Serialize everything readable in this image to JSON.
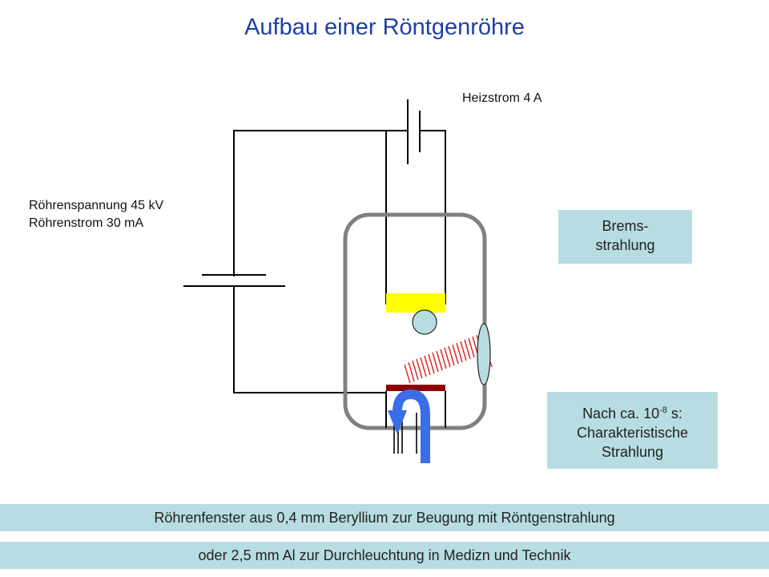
{
  "title": "Aufbau einer Röntgenröhre",
  "labels": {
    "heizstrom": "Heizstrom 4 A",
    "spannung": "Röhrenspannung 45 kV",
    "strom": "Röhrenstrom  30 mA"
  },
  "boxes": {
    "brems_line1": "Brems-",
    "brems_line2": "strahlung",
    "nach_prefix": "Nach ca. 10",
    "nach_exp": "-8",
    "nach_suffix": " s:",
    "charak_line2": "Charakteristische",
    "charak_line3": "Strahlung"
  },
  "banners": {
    "line1": "Röhrenfenster aus 0,4 mm Beryllium zur Beugung mit Röntgenstrahlung",
    "line2": "oder 2,5 mm Al zur Durchleuchtung in Medizn und Technik"
  },
  "colors": {
    "title": "#1f3fa8",
    "box_bg": "#b7dde2",
    "cathode": "#ffff00",
    "anode": "#8b0000",
    "electron": "#b7dde2",
    "rays": "#e02020",
    "arrow": "#3a6ee8",
    "tube": "#808080"
  }
}
